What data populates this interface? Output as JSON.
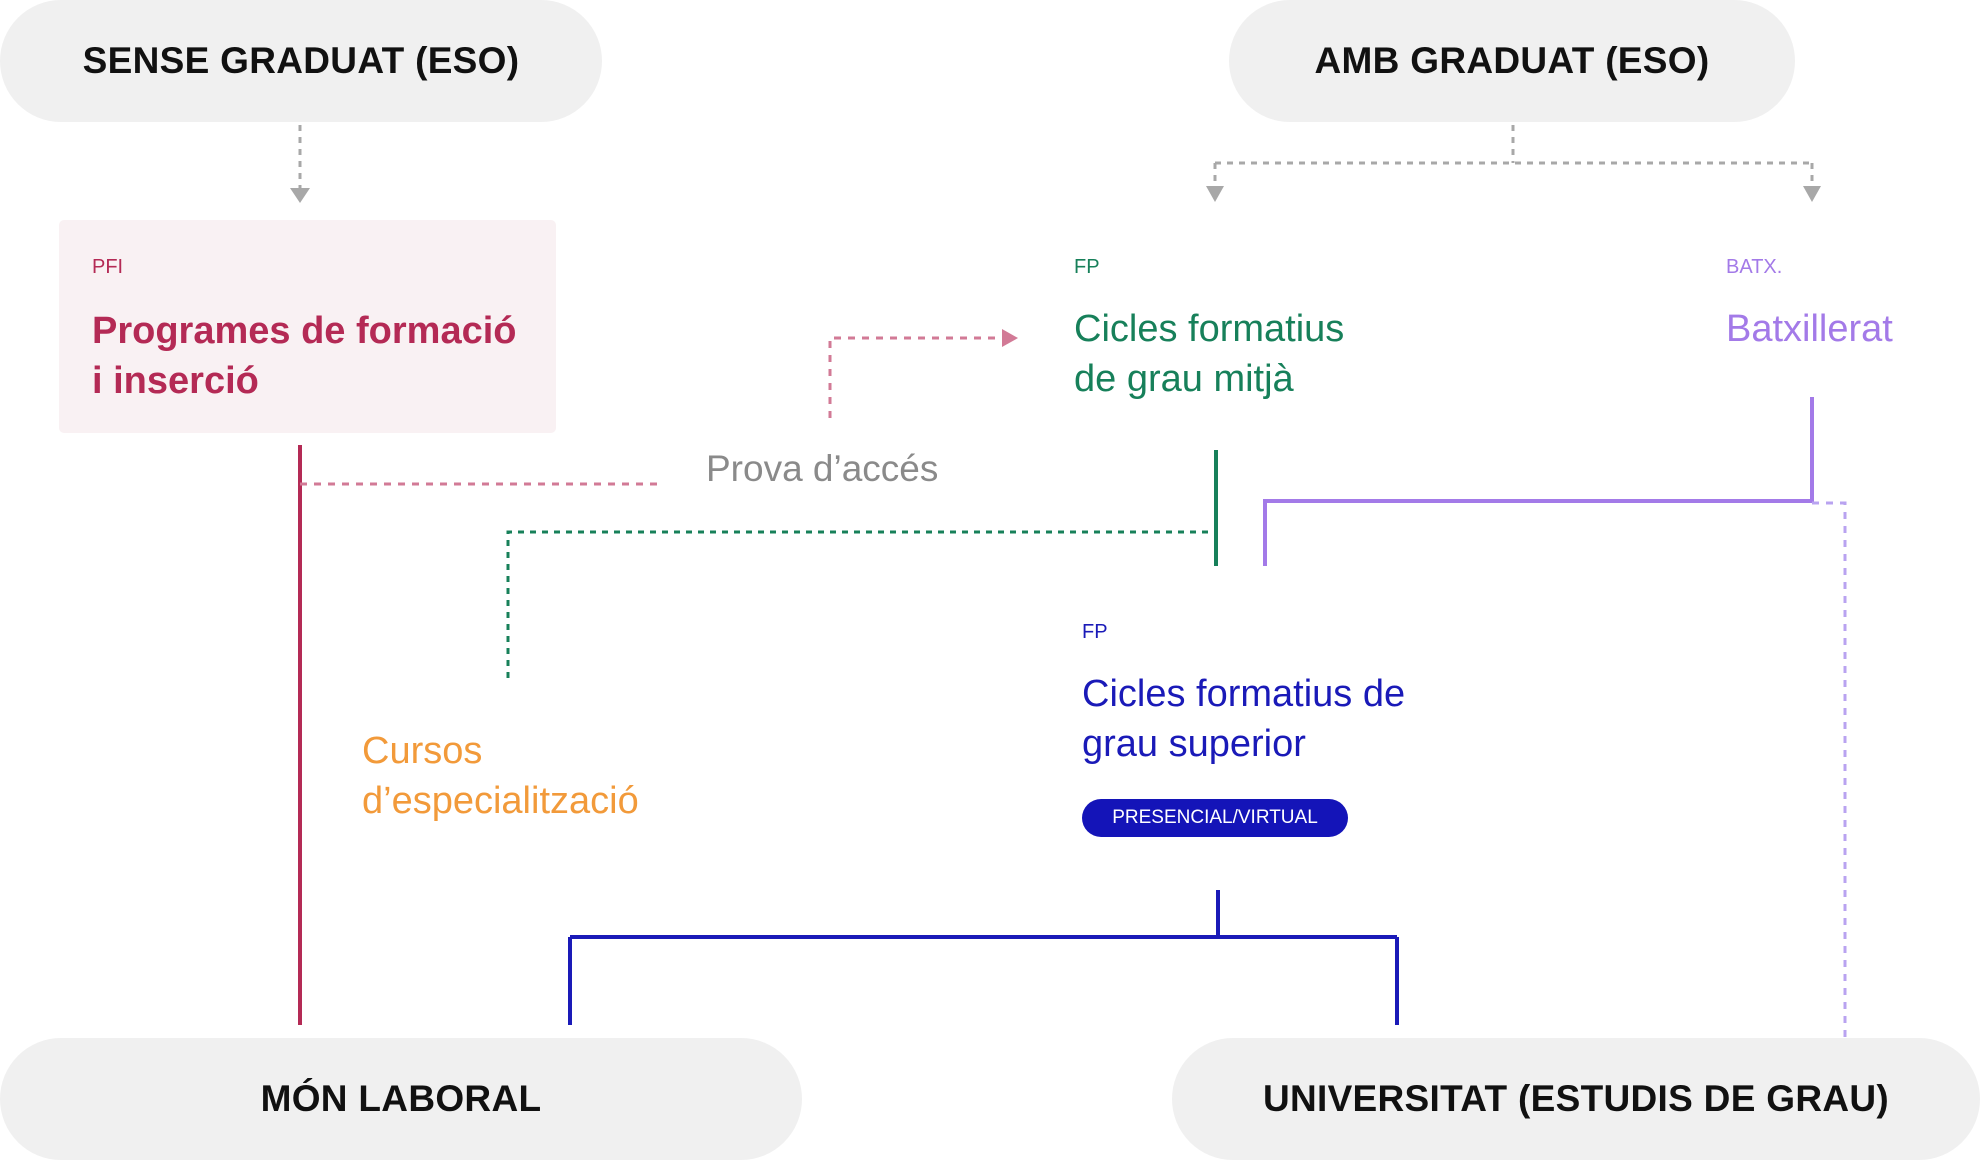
{
  "colors": {
    "pfi": "#b42a55",
    "fp_mitja": "#17805a",
    "batx": "#a37ae8",
    "fp_superior": "#1a1ab8",
    "cursos": "#f29a3a",
    "connector_grey": "#a8a8a8",
    "prova": "#d27a96"
  },
  "top": {
    "sense": "SENSE GRADUAT (ESO)",
    "amb": "AMB GRADUAT (ESO)"
  },
  "pfi": {
    "tag": "PFI",
    "title_line1": "Programes de formació",
    "title_line2": "i inserció"
  },
  "fp_mitja": {
    "tag": "FP",
    "title_line1": "Cicles formatius",
    "title_line2": "de grau mitjà"
  },
  "batx": {
    "tag": "BATX.",
    "title": "Batxillerat"
  },
  "prova": {
    "label": "Prova d’accés"
  },
  "cursos": {
    "title_line1": "Cursos",
    "title_line2": "d’especialització"
  },
  "fp_superior": {
    "tag": "FP",
    "title_line1": "Cicles formatius de",
    "title_line2": "grau superior",
    "badge": "PRESENCIAL/VIRTUAL"
  },
  "bottom": {
    "mon_laboral": "MÓN LABORAL",
    "universitat": "UNIVERSITAT (ESTUDIS DE GRAU)"
  }
}
